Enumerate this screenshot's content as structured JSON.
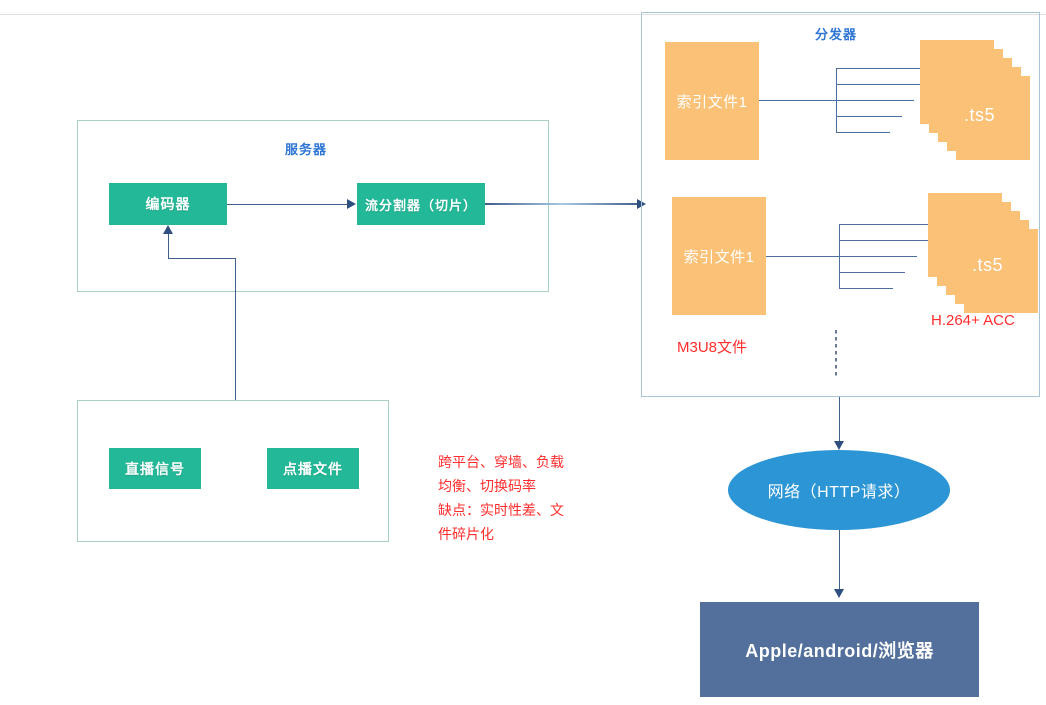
{
  "diagram": {
    "server_group": {
      "title": "服务器",
      "nodes": [
        {
          "label": "编码器"
        },
        {
          "label": "流分割器（切片）"
        }
      ]
    },
    "source_group": {
      "nodes": [
        {
          "label": "直播信号"
        },
        {
          "label": "点播文件"
        }
      ]
    },
    "notes": {
      "advantages": "跨平台、穿墙、负载\n均衡、切换码率",
      "disadvantages": "缺点：实时性差、文\n件碎片化"
    },
    "distributor_group": {
      "title": "分发器",
      "rows": [
        {
          "index_label": "索引文件1",
          "segment_label": ".ts5"
        },
        {
          "index_label": "索引文件1",
          "segment_label": ".ts5"
        }
      ],
      "labels": {
        "m3u8": "M3U8文件",
        "codec": "H.264+ ACC"
      },
      "ellipsis": "⋮"
    },
    "network": {
      "label": "网络（HTTP请求）"
    },
    "clients": {
      "label": "Apple/android/浏览器"
    }
  },
  "colors": {
    "green": "#23b897",
    "orange": "#fbc176",
    "blue_title": "#2e75d4",
    "ellipse_blue": "#2b95d6",
    "slate": "#52709b",
    "red": "#ff2d2d",
    "line": "#3f5e8c",
    "group_border_green": "#a9cfc6",
    "group_border_blue": "#a7c5d6"
  }
}
